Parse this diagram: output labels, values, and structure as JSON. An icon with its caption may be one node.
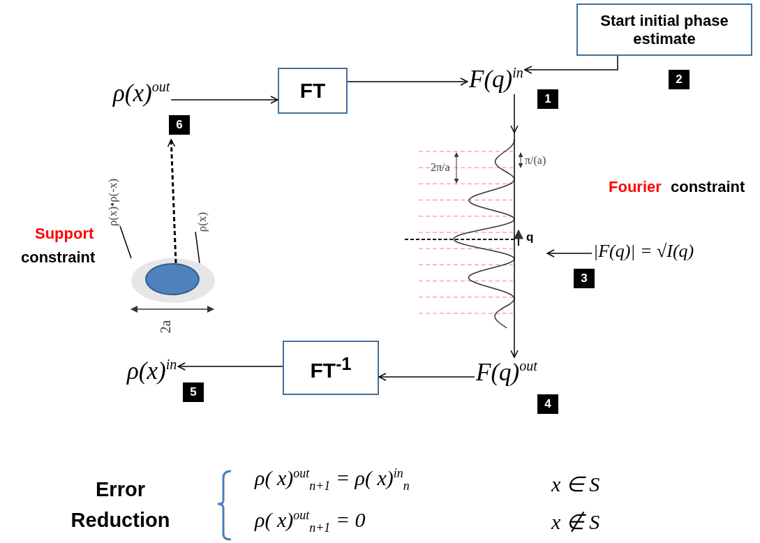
{
  "diagram": {
    "nodes": [
      {
        "text": [
          "ρ(x)$^{out}$"
        ],
        "beside": [
          "6"
        ]
      },
      {
        "text": [
          "FT"
        ]
      },
      {
        "text": [
          "F(q)$^{in}$"
        ],
        "beside": [
          "1"
        ]
      },
      {
        "text": [
          "Start  initial phase estimate"
        ],
        "beside": [
          "2"
        ]
      },
      {
        "text": [
          "F(q)$^{out}$"
        ],
        "beside": [
          "4"
        ]
      },
      {
        "text": [
          "FT$^{-1}$"
        ]
      },
      {
        "text": [
          "ρ(x)$^{in}$"
        ],
        "beside": [
          "5"
        ]
      },
      {
        "text": [
          "|F(q)| = √I(q)"
        ],
        "beside": [
          "3"
        ]
      },
      {
        "text": [],
        "shape": "circle"
      },
      {
        "text": [],
        "shape": "circle",
        "in": 8
      },
      {
        "text": [
          "ρ(x)•ρ(-x)"
        ]
      },
      {
        "text": [
          "ρ(x)"
        ]
      }
    ],
    "edges": [
      {
        "from": 0,
        "to": 1,
        "arrow": "to"
      },
      {
        "from": 1,
        "to": 2,
        "arrow": "to"
      },
      {
        "from": 3,
        "to": 2,
        "arrow": "to"
      },
      {
        "from": 2,
        "to": 4,
        "arrow": "to"
      },
      {
        "from": 7,
        "to": null,
        "arrow": "to"
      },
      {
        "from": 4,
        "to": 5,
        "arrow": "to"
      },
      {
        "from": 5,
        "to": 6,
        "arrow": "to"
      },
      {
        "from": 9,
        "to": 0,
        "arrow": "to",
        "style": "dashed"
      },
      {
        "from": 10,
        "to": 8,
        "arrow": "none"
      },
      {
        "from": 11,
        "to": 9,
        "arrow": "none"
      }
    ],
    "labels": [
      "Fourier",
      "constraint",
      "2π/a",
      "π/(a)",
      "q",
      "Support",
      "constraint",
      "2a",
      "Error Reduction",
      "ρ( x)$^{out}$$_{n+1}$ = ρ( x)$^{in}$$_{n}$",
      "x ∈ S",
      "ρ( x)$^{out}$$_{n+1}$ = 0",
      "x ∉ S"
    ]
  }
}
